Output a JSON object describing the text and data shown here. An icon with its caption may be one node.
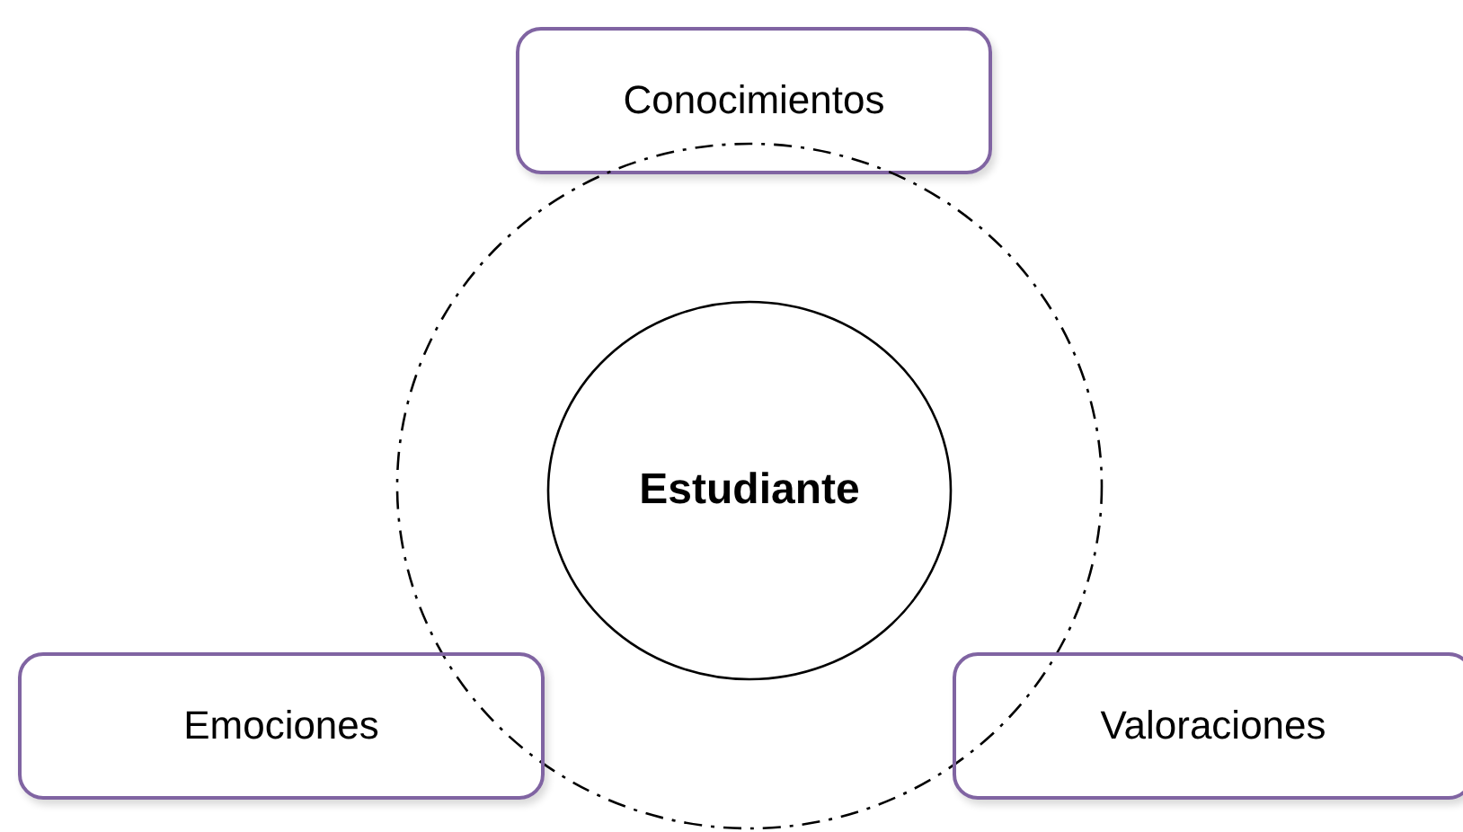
{
  "diagram": {
    "nodes": [
      {
        "text": [
          "Conocimientos"
        ]
      },
      {
        "text": [],
        "shape": "circle"
      },
      {
        "text": [
          "Estudiante"
        ],
        "in": 1
      },
      {
        "text": [
          "Emociones"
        ]
      },
      {
        "text": [
          "Valoraciones"
        ]
      }
    ],
    "edges": []
  }
}
